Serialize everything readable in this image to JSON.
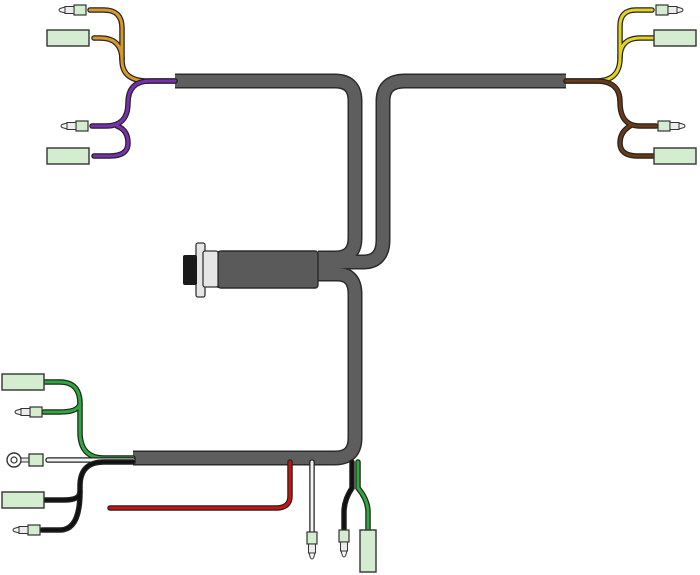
{
  "diagram": {
    "kind": "wiring-harness",
    "colors": {
      "trunk": "#5e5e5e",
      "trunk_edge": "#2b2b2b",
      "terminal_fill": "#d4ecd0",
      "terminal_edge": "#333333",
      "wire_orange": "#d9962a",
      "wire_purple": "#7a2fb0",
      "wire_yellow": "#e3d21f",
      "wire_brown": "#6b3a14",
      "wire_green": "#2ea83a",
      "wire_white": "#f4f4f4",
      "wire_black": "#111111",
      "wire_red": "#cc1111",
      "connector_body": "#5a5a5a",
      "connector_ring": "#e6e6e6",
      "connector_cap": "#1a1a1a"
    },
    "groups": [
      {
        "id": "top-left",
        "wire_colors": [
          "orange",
          "purple"
        ],
        "terminals": 4
      },
      {
        "id": "top-right",
        "wire_colors": [
          "yellow",
          "brown"
        ],
        "terminals": 4
      },
      {
        "id": "bottom-left",
        "wire_colors": [
          "green",
          "white",
          "black"
        ],
        "terminals": 5,
        "ring_terminal": true
      },
      {
        "id": "bottom-drops",
        "wire_colors": [
          "red",
          "white",
          "black",
          "green"
        ],
        "terminals": 3
      }
    ],
    "center_connector": {
      "icon": "multi-pin-connector"
    }
  }
}
